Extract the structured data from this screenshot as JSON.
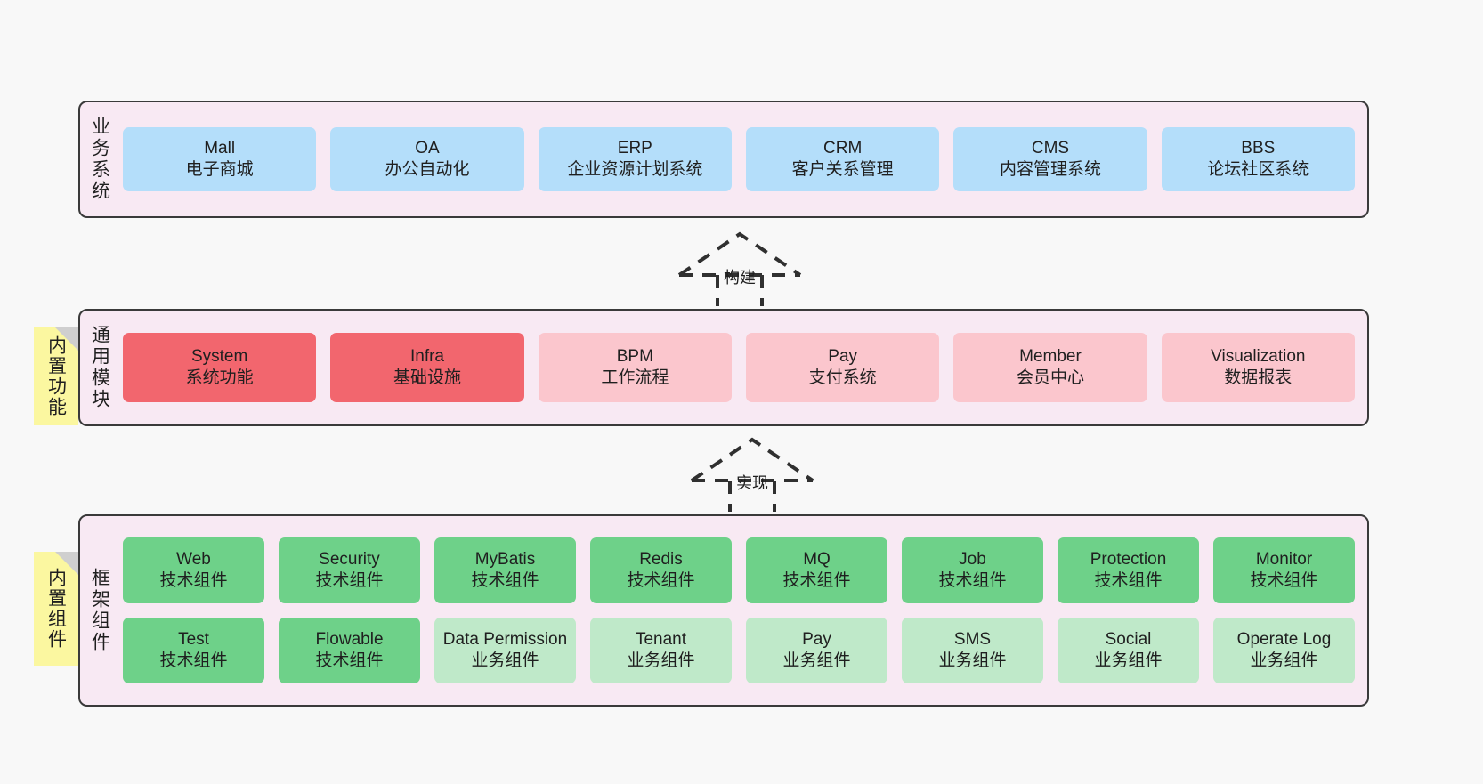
{
  "diagram": {
    "title": "ruoyi-vue-pro architecture layers",
    "background": "#f8f8f8",
    "colors": {
      "layer_bg": "#f8e9f3",
      "layer_border": "#3a3a3a",
      "blue": "#b4defa",
      "red": "#f2666e",
      "pink": "#fbc6cd",
      "green": "#6ed189",
      "light_green": "#bfe9c9",
      "note_yellow": "#fbf7a0",
      "note_fold": "#cfcfcf"
    }
  },
  "layers": [
    {
      "id": "business-system",
      "label": "业务系统",
      "rows": [
        [
          {
            "t1": "Mall",
            "t2": "电子商城",
            "color": "c-blue"
          },
          {
            "t1": "OA",
            "t2": "办公自动化",
            "color": "c-blue"
          },
          {
            "t1": "ERP",
            "t2": "企业资源计划系统",
            "color": "c-blue"
          },
          {
            "t1": "CRM",
            "t2": "客户关系管理",
            "color": "c-blue"
          },
          {
            "t1": "CMS",
            "t2": "内容管理系统",
            "color": "c-blue"
          },
          {
            "t1": "BBS",
            "t2": "论坛社区系统",
            "color": "c-blue"
          }
        ]
      ]
    },
    {
      "id": "common-module",
      "label": "通用模块",
      "note": "内置功能",
      "rows": [
        [
          {
            "t1": "System",
            "t2": "系统功能",
            "color": "c-red"
          },
          {
            "t1": "Infra",
            "t2": "基础设施",
            "color": "c-red"
          },
          {
            "t1": "BPM",
            "t2": "工作流程",
            "color": "c-pink"
          },
          {
            "t1": "Pay",
            "t2": "支付系统",
            "color": "c-pink"
          },
          {
            "t1": "Member",
            "t2": "会员中心",
            "color": "c-pink"
          },
          {
            "t1": "Visualization",
            "t2": "数据报表",
            "color": "c-pink"
          }
        ]
      ]
    },
    {
      "id": "framework-component",
      "label": "框架组件",
      "note": "内置组件",
      "rows": [
        [
          {
            "t1": "Web",
            "t2": "技术组件",
            "color": "c-green"
          },
          {
            "t1": "Security",
            "t2": "技术组件",
            "color": "c-green"
          },
          {
            "t1": "MyBatis",
            "t2": "技术组件",
            "color": "c-green"
          },
          {
            "t1": "Redis",
            "t2": "技术组件",
            "color": "c-green"
          },
          {
            "t1": "MQ",
            "t2": "技术组件",
            "color": "c-green"
          },
          {
            "t1": "Job",
            "t2": "技术组件",
            "color": "c-green"
          },
          {
            "t1": "Protection",
            "t2": "技术组件",
            "color": "c-green"
          },
          {
            "t1": "Monitor",
            "t2": "技术组件",
            "color": "c-green"
          }
        ],
        [
          {
            "t1": "Test",
            "t2": "技术组件",
            "color": "c-green"
          },
          {
            "t1": "Flowable",
            "t2": "技术组件",
            "color": "c-green"
          },
          {
            "t1": "Data Permission",
            "t2": "业务组件",
            "color": "c-lightgreen",
            "wrap": true
          },
          {
            "t1": "Tenant",
            "t2": "业务组件",
            "color": "c-lightgreen"
          },
          {
            "t1": "Pay",
            "t2": "业务组件",
            "color": "c-lightgreen"
          },
          {
            "t1": "SMS",
            "t2": "业务组件",
            "color": "c-lightgreen"
          },
          {
            "t1": "Social",
            "t2": "业务组件",
            "color": "c-lightgreen"
          },
          {
            "t1": "Operate Log",
            "t2": "业务组件",
            "color": "c-lightgreen"
          }
        ]
      ]
    }
  ],
  "connectors": [
    {
      "id": "build",
      "label": "构建"
    },
    {
      "id": "implement",
      "label": "实现"
    }
  ]
}
